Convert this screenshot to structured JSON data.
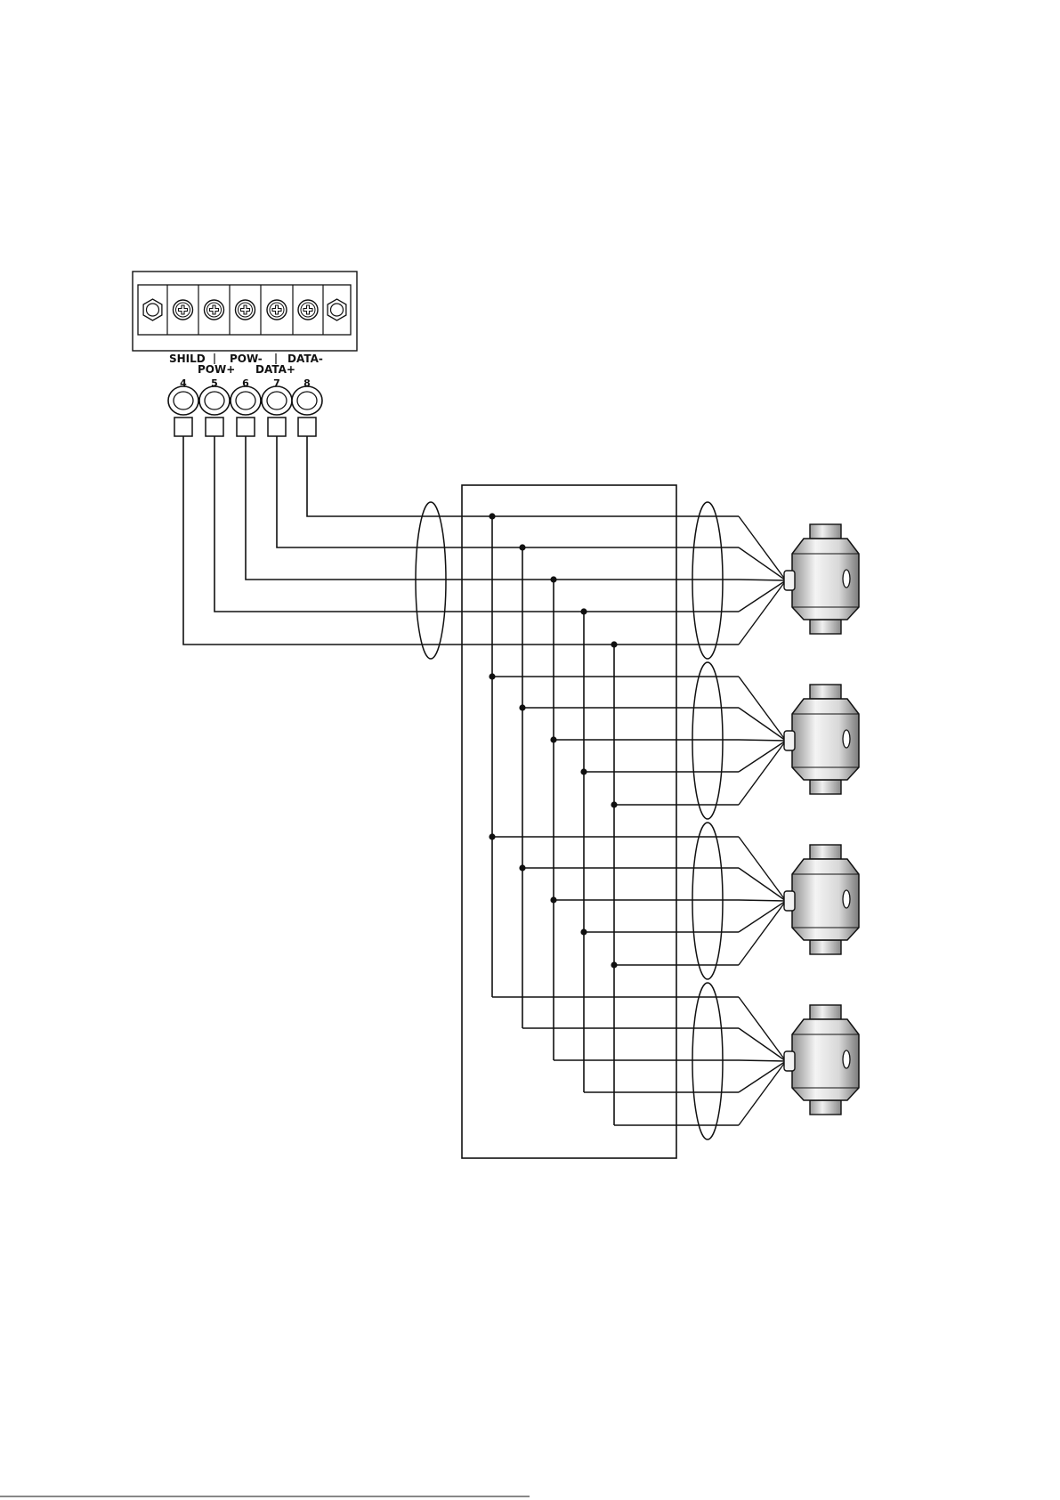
{
  "terminal_block": {
    "labels_top": [
      "SHILD",
      "POW-",
      "DATA-"
    ],
    "labels_bottom": [
      "POW+",
      "DATA+"
    ],
    "lug_numbers": [
      "4",
      "5",
      "6",
      "7",
      "8"
    ]
  },
  "load_cells": {
    "count": 4
  },
  "colors": {
    "line": "#111111",
    "cell_light": "#f2f2f2",
    "cell_dark": "#8a8a8a"
  }
}
